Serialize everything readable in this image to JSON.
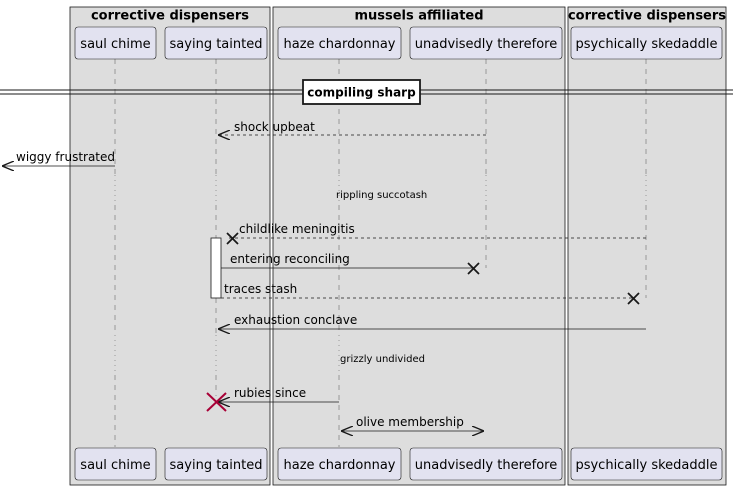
{
  "boxes": [
    {
      "title": "corrective dispensers"
    },
    {
      "title": "mussels affiliated"
    },
    {
      "title": "corrective dispensers"
    }
  ],
  "participants": [
    {
      "id": "saul",
      "label": "saul chime"
    },
    {
      "id": "saying",
      "label": "saying tainted"
    },
    {
      "id": "haze",
      "label": "haze chardonnay"
    },
    {
      "id": "unadv",
      "label": "unadvisedly therefore"
    },
    {
      "id": "psych",
      "label": "psychically skedaddle"
    }
  ],
  "divider": {
    "label": "compiling sharp"
  },
  "messages": [
    {
      "label": "shock upbeat"
    },
    {
      "label": "wiggy frustrated"
    },
    {
      "label": "rippling succotash"
    },
    {
      "label": "childlike meningitis"
    },
    {
      "label": "entering reconciling"
    },
    {
      "label": "traces stash"
    },
    {
      "label": "exhaustion conclave"
    },
    {
      "label": "grizzly undivided"
    },
    {
      "label": "rubies since"
    },
    {
      "label": "olive membership"
    }
  ],
  "colors": {
    "box_fill": "#dddddd",
    "participant_fill": "#e2e2f0",
    "lifeline": "#888888",
    "destroy": "#a80036",
    "line": "#181818"
  }
}
